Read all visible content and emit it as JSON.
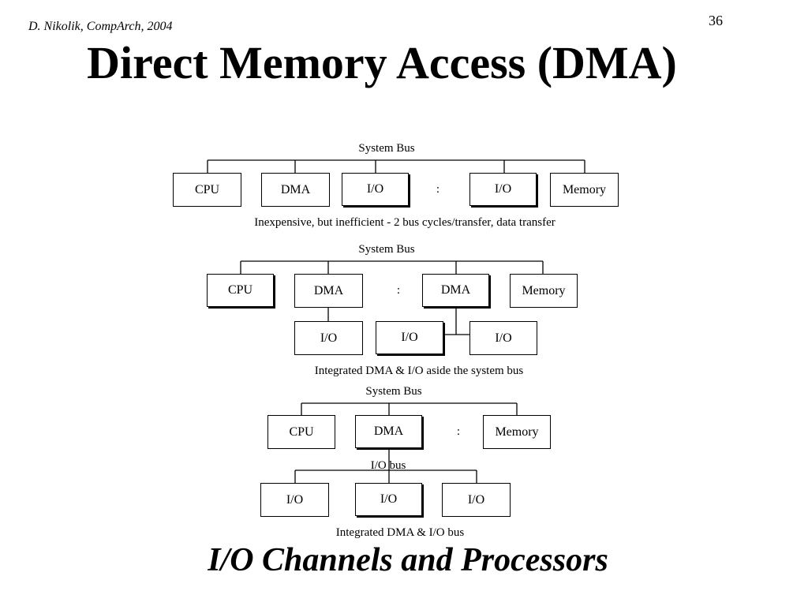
{
  "slide": {
    "author": "D. Nikolik, CompArch, 2004",
    "page_number": "36",
    "title": "Direct Memory Access (DMA)",
    "bottom_title": "I/O Channels and Processors"
  },
  "diagram1": {
    "bus_label": "System Bus",
    "boxes": [
      "CPU",
      "DMA",
      "I/O",
      "I/O",
      "Memory"
    ],
    "separator": ":",
    "caption": "Inexpensive, but inefficient - 2 bus cycles/transfer, data transfer"
  },
  "diagram2": {
    "bus_label": "System Bus",
    "top_boxes": [
      "CPU",
      "DMA",
      "DMA",
      "Memory"
    ],
    "separator": ":",
    "io_boxes": [
      "I/O",
      "I/O",
      "I/O"
    ],
    "caption": "Integrated DMA & I/O aside the system bus"
  },
  "diagram3": {
    "bus_label": "System Bus",
    "top_boxes": [
      "CPU",
      "DMA",
      "Memory"
    ],
    "separator": ":",
    "io_bus_label": "I/O bus",
    "io_boxes": [
      "I/O",
      "I/O",
      "I/O"
    ],
    "caption": "Integrated DMA & I/O bus"
  }
}
